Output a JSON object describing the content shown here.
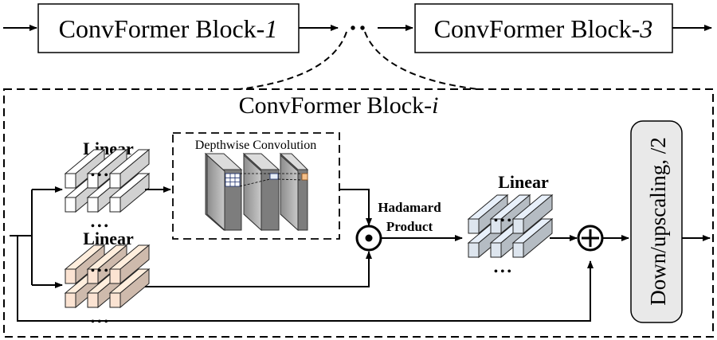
{
  "top_row": {
    "block_1": {
      "prefix": "ConvFormer Block-",
      "index": "1"
    },
    "ellipsis": "• •",
    "block_3": {
      "prefix": "ConvFormer Block-",
      "index": "3"
    }
  },
  "detail": {
    "title_prefix": "ConvFormer Block-",
    "title_index": "i",
    "linear_top_label": "Linear",
    "linear_bottom_label": "Linear",
    "linear_right_label": "Linear",
    "depthwise_label": "Depthwise Convolution",
    "hadamard_line1": "Hadamard",
    "hadamard_line2": "Product",
    "scaling_label": "Down/upscaling, /2"
  },
  "colors": {
    "linear_top_fill": "#ffffff",
    "linear_bottom_fill": "#fbe3d2",
    "linear_right_fill": "#dde5ee",
    "conv_slab": "#a9a9a9",
    "scaling_box": "#e9e9e9"
  }
}
